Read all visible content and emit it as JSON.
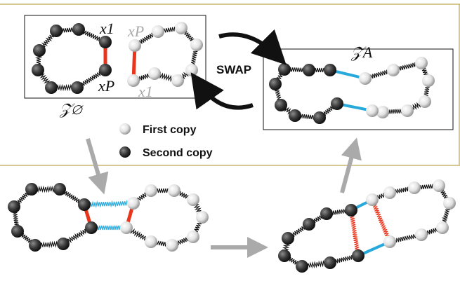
{
  "colors": {
    "dark_bead": "#3a3a3a",
    "light_bead": "#e6e6e6",
    "red_link": "#e8351c",
    "blue_link": "#27a9db",
    "gray_arrow": "#aaaaaa",
    "panel_border": "#c8b66e"
  },
  "labels": {
    "swap": "SWAP",
    "z_empty": "𝒵∅",
    "z_a": "𝒵A",
    "x1_dark": "x1",
    "xp_dark": "xP",
    "xp_light": "xP",
    "x1_light": "x1"
  },
  "legend": {
    "first_copy": "First copy",
    "second_copy": "Second copy"
  }
}
